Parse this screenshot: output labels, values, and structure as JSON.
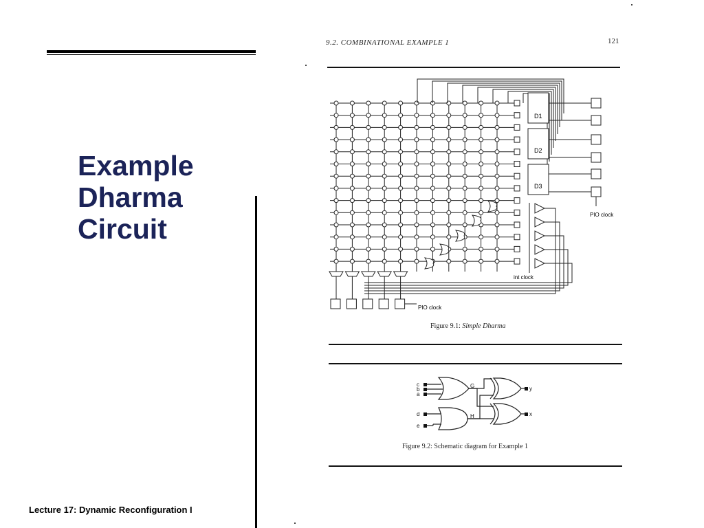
{
  "slide": {
    "title_lines": [
      "Example",
      "Dharma",
      "Circuit"
    ],
    "footer": "Lecture 17: Dynamic Reconfiguration I"
  },
  "book_page": {
    "running_head": "9.2.  COMBINATIONAL EXAMPLE 1",
    "page_number": "121",
    "figure1": {
      "caption_prefix": "Figure 9.1:",
      "caption_title": "Simple Dharma",
      "labels": {
        "d1": "D1",
        "d2": "D2",
        "d3": "D3",
        "pio_clock_right": "PIO clock",
        "int_clock": "int clock",
        "pio_clock_bottom": "PIO clock"
      }
    },
    "figure2": {
      "caption": "Figure 9.2:  Schematic diagram for Example 1",
      "inputs": [
        "c",
        "b",
        "a",
        "d",
        "e"
      ],
      "nets": [
        "G",
        "H"
      ],
      "outputs": [
        "y",
        "x"
      ]
    }
  },
  "colors": {
    "title": "#1b2358"
  }
}
